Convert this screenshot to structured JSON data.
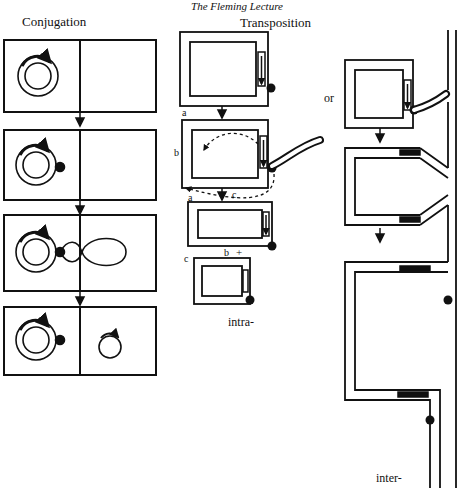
{
  "diagram": {
    "title": "The Fleming Lecture",
    "labels": [
      "Conjugation",
      "Transposition",
      "a",
      "b",
      "c",
      "or",
      "a",
      "b",
      "+",
      "c",
      "intra-",
      "inter-"
    ]
  }
}
